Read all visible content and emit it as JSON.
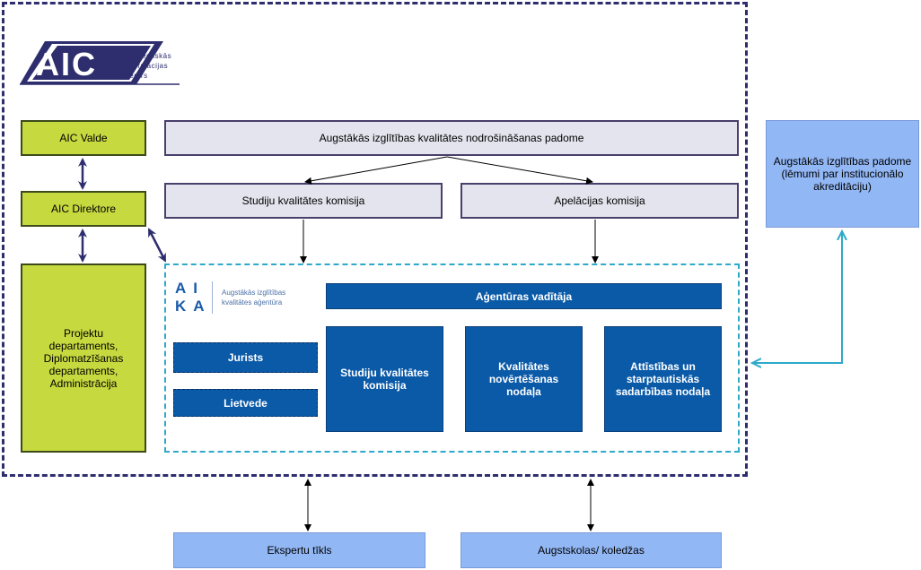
{
  "logo": {
    "mark": "AIC",
    "line1": "Akadēmiskās",
    "line2": "Informācijas",
    "line3": "Centrs"
  },
  "left": {
    "valde": "AIC Valde",
    "direktore": "AIC Direktore",
    "departments": "Projektu departaments, Diplomatzīšanas departaments, Administrācija"
  },
  "top": {
    "padome": "Augstākās izglītības kvalitātes nodrošināšanas padome",
    "studiju_komisija": "Studiju kvalitātes komisija",
    "apelacijas_komisija": "Apelācijas komisija"
  },
  "aika": {
    "letters_top": "AI",
    "letters_bottom": "KA",
    "sub1": "Augstākās izglītības",
    "sub2": "kvalitātes aģentūra",
    "vaditaja": "Aģentūras vadītāja",
    "jurists": "Jurists",
    "lietvede": "Lietvede",
    "units": [
      "Studiju kvalitātes komisija",
      "Kvalitātes novērtēšanas nodaļa",
      "Attīstības un starptautiskās sadarbības nodaļa"
    ]
  },
  "right": {
    "padome": "Augstākās izglītības padome (lēmumi par institucionālo akreditāciju)"
  },
  "bottom": {
    "eksperti": "Ekspertu tīkls",
    "augstskolas": "Augstskolas/ koledžas"
  },
  "colors": {
    "frame": "#2e2e6e",
    "aika_frame": "#2ea9c9",
    "green": "#c6d93f",
    "lilac": "#e4e4ee",
    "light_blue": "#92b7f5",
    "navy": "#0a5aa8"
  }
}
